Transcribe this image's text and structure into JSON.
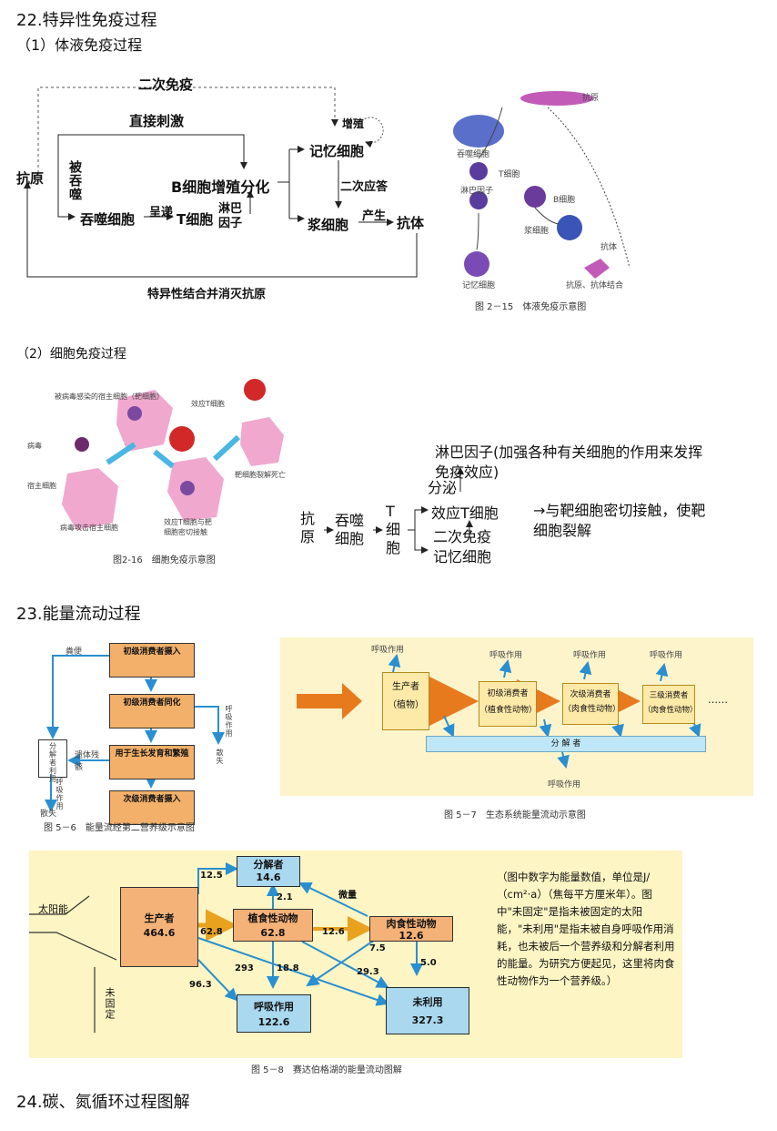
{
  "headings": {
    "s22": "22.特异性免疫过程",
    "s22_1": "（1）体液免疫过程",
    "s22_2": "（2）细胞免疫过程",
    "s23": "23.能量流动过程",
    "s24": "24.碳、氮循环过程图解"
  },
  "humoral": {
    "second_immunity": "二次免疫",
    "direct_stimulus": "直接刺激",
    "antigen": "抗原",
    "engulfed": "被吞噬",
    "phagocyte": "吞噬细胞",
    "present": "呈递",
    "t_cell": "T细胞",
    "lymphokine": "淋巴因子",
    "b_cell": "B细胞增殖分化",
    "proliferate": "增殖",
    "memory_cell": "记忆细胞",
    "secondary_response": "二次应答",
    "plasma_cell": "浆细胞",
    "produce": "产生",
    "antibody": "抗体",
    "bottom": "特异性结合并消灭抗原",
    "fig_caption": "图 2－15　体液免疫示意图",
    "fig_labels": [
      "抗原",
      "吞噬细胞",
      "T细胞",
      "淋巴因子",
      "B细胞",
      "浆细胞",
      "抗体",
      "记忆细胞",
      "抗原、抗体结合"
    ]
  },
  "cellular": {
    "fig_caption": "图2-16　细胞免疫示意图",
    "fig_labels": [
      "被病毒感染的宿主细胞（靶细胞）",
      "效应T细胞",
      "病毒",
      "宿主细胞",
      "病毒攻击宿主细胞",
      "效应T细胞与靶细胞密切接触",
      "靶细胞裂解死亡"
    ],
    "antigen": "抗原",
    "phagocyte": "吞噬细胞",
    "t_cell": "T细胞",
    "secrete": "分泌",
    "lymphokine": "淋巴因子(加强各种有关细胞的作用来发挥免疫效应)",
    "effector_t": "效应T细胞",
    "effect": "→与靶细胞密切接触，使靶细胞裂解",
    "second_immunity": "二次免疫",
    "memory_cell": "记忆细胞"
  },
  "energy_left": {
    "boxes": [
      "初级消费者摄入",
      "初级消费者同化",
      "用于生长发育和繁殖",
      "次级消费者摄入"
    ],
    "feces": "粪便",
    "remains": "遗体残骸",
    "decomposer": "分解者利用",
    "respiration": "呼吸作用",
    "scatter": "散失",
    "caption": "图 5－6　能量流经第二营养级示意图"
  },
  "energy_right": {
    "respiration": "呼吸作用",
    "producer": "生产者",
    "plant": "（植物）",
    "primary": "初级消费者",
    "primary_sub": "（植食性动物）",
    "secondary": "次级消费者",
    "secondary_sub": "（肉食性动物）",
    "tertiary": "三级消费者",
    "tertiary_sub": "（肉食性动物）",
    "decomposer": "分 解 者",
    "dots": "……",
    "caption": "图 5－7　生态系统能量流动示意图"
  },
  "silver_springs": {
    "sun": "太阳能",
    "unfixed": "未固定",
    "producer": "生产者",
    "producer_val": "464.6",
    "decomposer": "分解者",
    "decomposer_val": "14.6",
    "herbivore": "植食性动物",
    "herbivore_val": "62.8",
    "carnivore": "肉食性动物",
    "carnivore_val": "12.6",
    "respiration": "呼吸作用",
    "respiration_val": "122.6",
    "unused": "未利用",
    "unused_val": "327.3",
    "trace": "微量",
    "nums": [
      "12.5",
      "2.1",
      "62.8",
      "12.6",
      "7.5",
      "5.0",
      "18.8",
      "29.3",
      "293",
      "96.3"
    ],
    "note": "（图中数字为能量数值，单位是J/（cm²·a）（焦每平方厘米年）。图中\"未固定\"是指未被固定的太阳能，\"未利用\"是指未被自身呼吸作用消耗，也未被后一个营养级和分解者利用的能量。为研究方便起见，这里将肉食性动物作为一个营养级。）",
    "caption": "图 5－8　赛达伯格湖的能量流动图解"
  }
}
